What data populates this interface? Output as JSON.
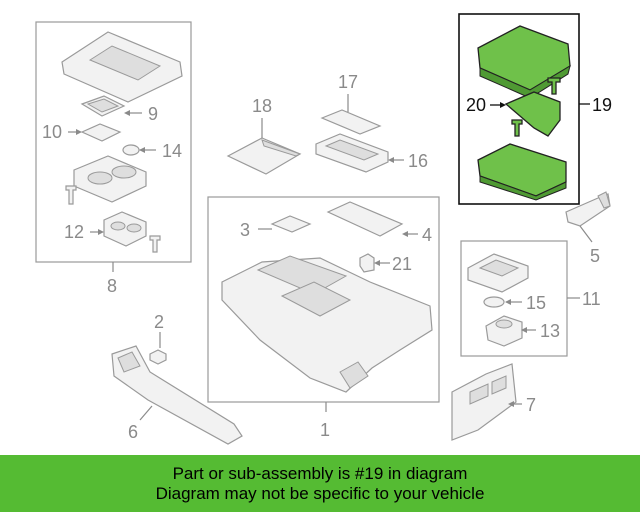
{
  "diagram": {
    "callouts": [
      {
        "id": "1",
        "label": "1"
      },
      {
        "id": "2",
        "label": "2"
      },
      {
        "id": "3",
        "label": "3"
      },
      {
        "id": "4",
        "label": "4"
      },
      {
        "id": "5",
        "label": "5"
      },
      {
        "id": "6",
        "label": "6"
      },
      {
        "id": "7",
        "label": "7"
      },
      {
        "id": "8",
        "label": "8"
      },
      {
        "id": "9",
        "label": "9"
      },
      {
        "id": "10",
        "label": "10"
      },
      {
        "id": "11",
        "label": "11"
      },
      {
        "id": "12",
        "label": "12"
      },
      {
        "id": "13",
        "label": "13"
      },
      {
        "id": "14",
        "label": "14"
      },
      {
        "id": "15",
        "label": "15"
      },
      {
        "id": "16",
        "label": "16"
      },
      {
        "id": "17",
        "label": "17"
      },
      {
        "id": "18",
        "label": "18"
      },
      {
        "id": "19",
        "label": "19"
      },
      {
        "id": "20",
        "label": "20"
      },
      {
        "id": "21",
        "label": "21"
      }
    ],
    "highlight_color": "#6fc14a"
  },
  "banner": {
    "line1": "Part or sub-assembly is #19 in diagram",
    "line2": "Diagram may not be specific to your vehicle",
    "background_color": "#55bb33"
  }
}
